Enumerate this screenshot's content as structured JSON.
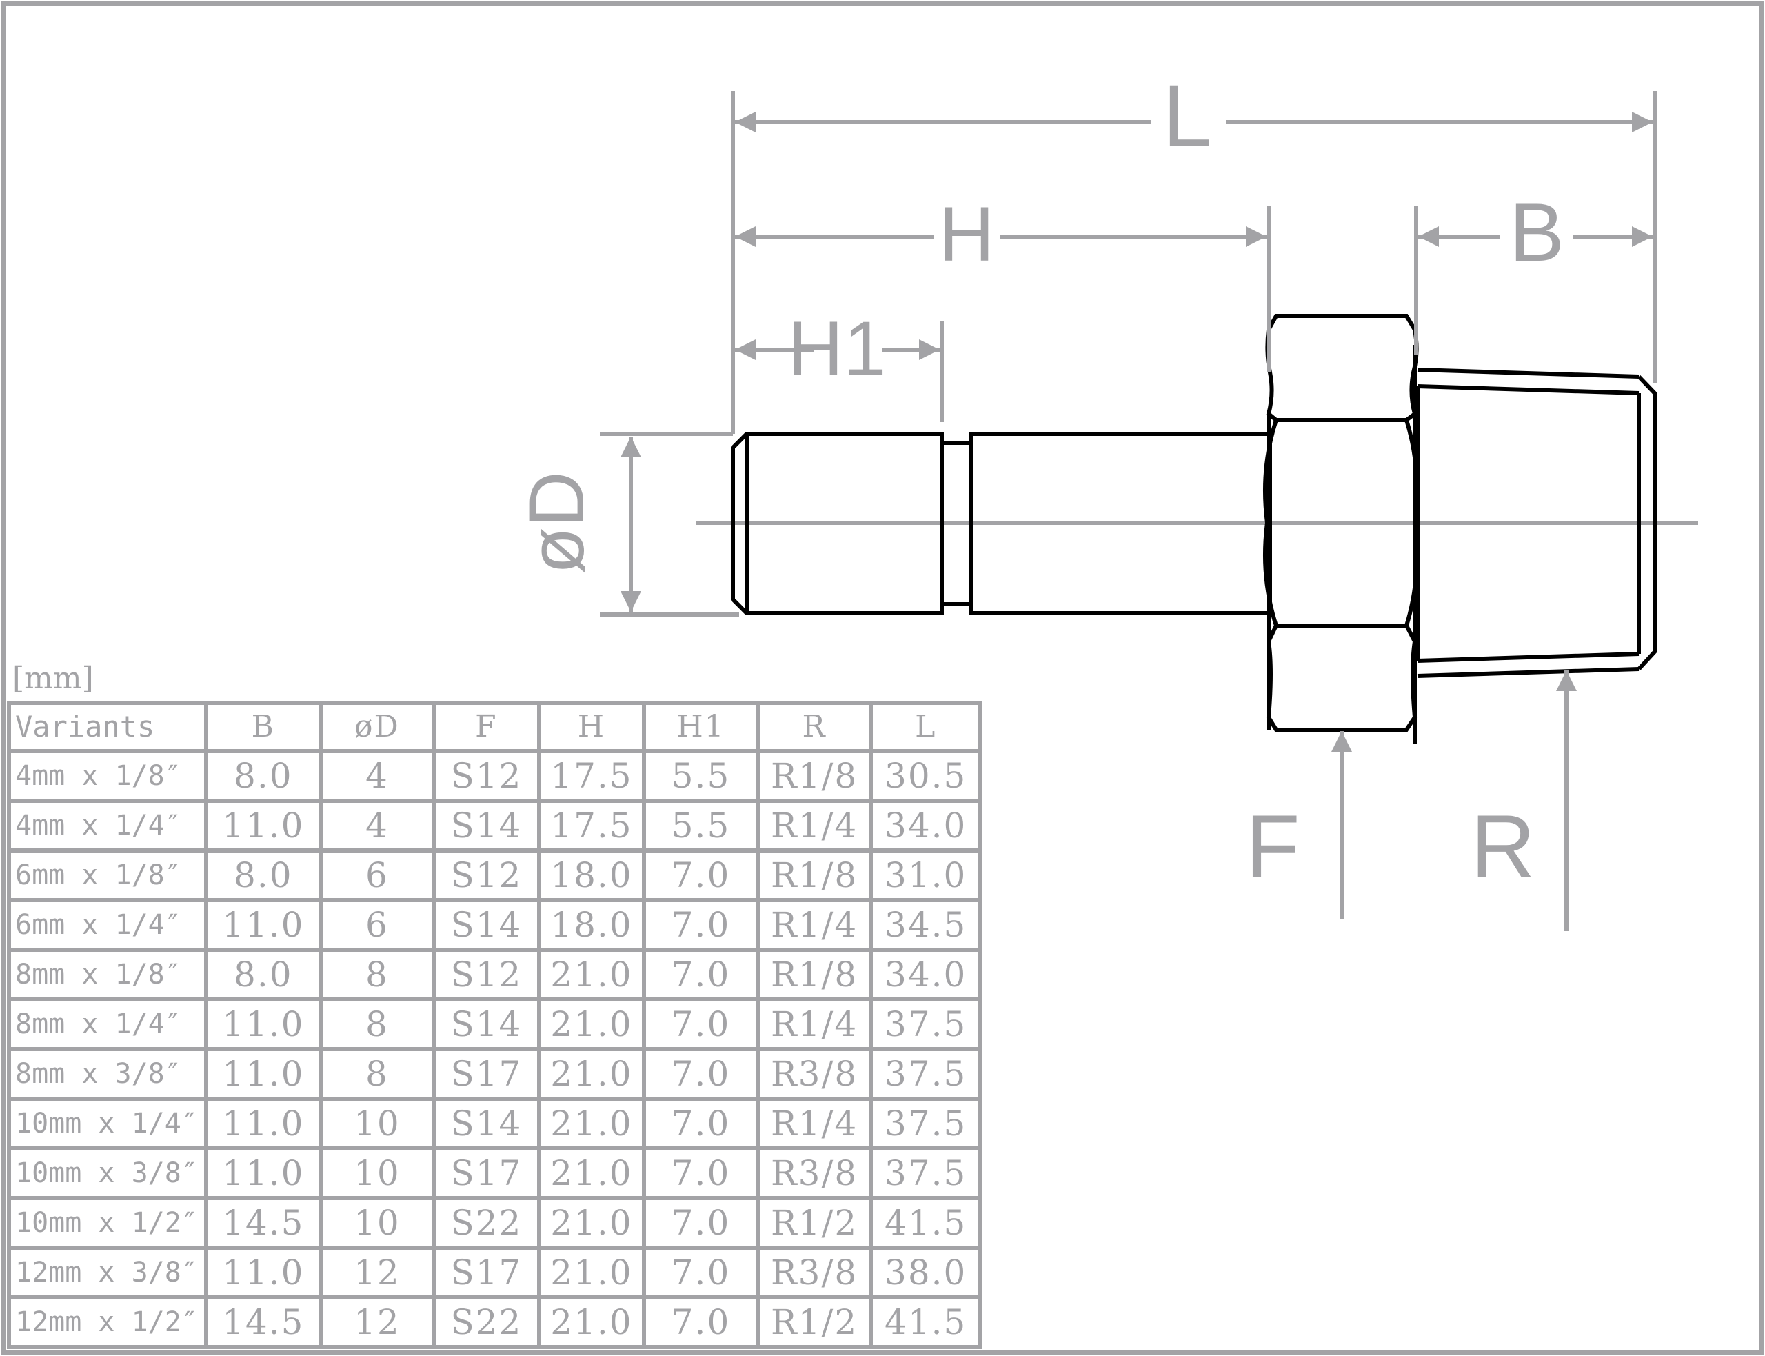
{
  "drawing": {
    "unit_label": "[mm]",
    "labels": {
      "L": "L",
      "H": "H",
      "H1": "H1",
      "B": "B",
      "D": "øD",
      "F": "F",
      "R": "R"
    }
  },
  "table": {
    "headers": [
      "Variants",
      "B",
      "øD",
      "F",
      "H",
      "H1",
      "R",
      "L"
    ],
    "rows": [
      [
        "4mm x 1/8″",
        "8.0",
        "4",
        "S12",
        "17.5",
        "5.5",
        "R1/8",
        "30.5"
      ],
      [
        "4mm x 1/4″",
        "11.0",
        "4",
        "S14",
        "17.5",
        "5.5",
        "R1/4",
        "34.0"
      ],
      [
        "6mm x 1/8″",
        "8.0",
        "6",
        "S12",
        "18.0",
        "7.0",
        "R1/8",
        "31.0"
      ],
      [
        "6mm x 1/4″",
        "11.0",
        "6",
        "S14",
        "18.0",
        "7.0",
        "R1/4",
        "34.5"
      ],
      [
        "8mm x 1/8″",
        "8.0",
        "8",
        "S12",
        "21.0",
        "7.0",
        "R1/8",
        "34.0"
      ],
      [
        "8mm x 1/4″",
        "11.0",
        "8",
        "S14",
        "21.0",
        "7.0",
        "R1/4",
        "37.5"
      ],
      [
        "8mm x 3/8″",
        "11.0",
        "8",
        "S17",
        "21.0",
        "7.0",
        "R3/8",
        "37.5"
      ],
      [
        "10mm x 1/4″",
        "11.0",
        "10",
        "S14",
        "21.0",
        "7.0",
        "R1/4",
        "37.5"
      ],
      [
        "10mm x 3/8″",
        "11.0",
        "10",
        "S17",
        "21.0",
        "7.0",
        "R3/8",
        "37.5"
      ],
      [
        "10mm x 1/2″",
        "14.5",
        "10",
        "S22",
        "21.0",
        "7.0",
        "R1/2",
        "41.5"
      ],
      [
        "12mm x 3/8″",
        "11.0",
        "12",
        "S17",
        "21.0",
        "7.0",
        "R3/8",
        "38.0"
      ],
      [
        "12mm x 1/2″",
        "14.5",
        "12",
        "S22",
        "21.0",
        "7.0",
        "R1/2",
        "41.5"
      ]
    ]
  },
  "colors": {
    "dimension": "#a3a3a6",
    "outline": "#000000",
    "background": "#ffffff"
  }
}
